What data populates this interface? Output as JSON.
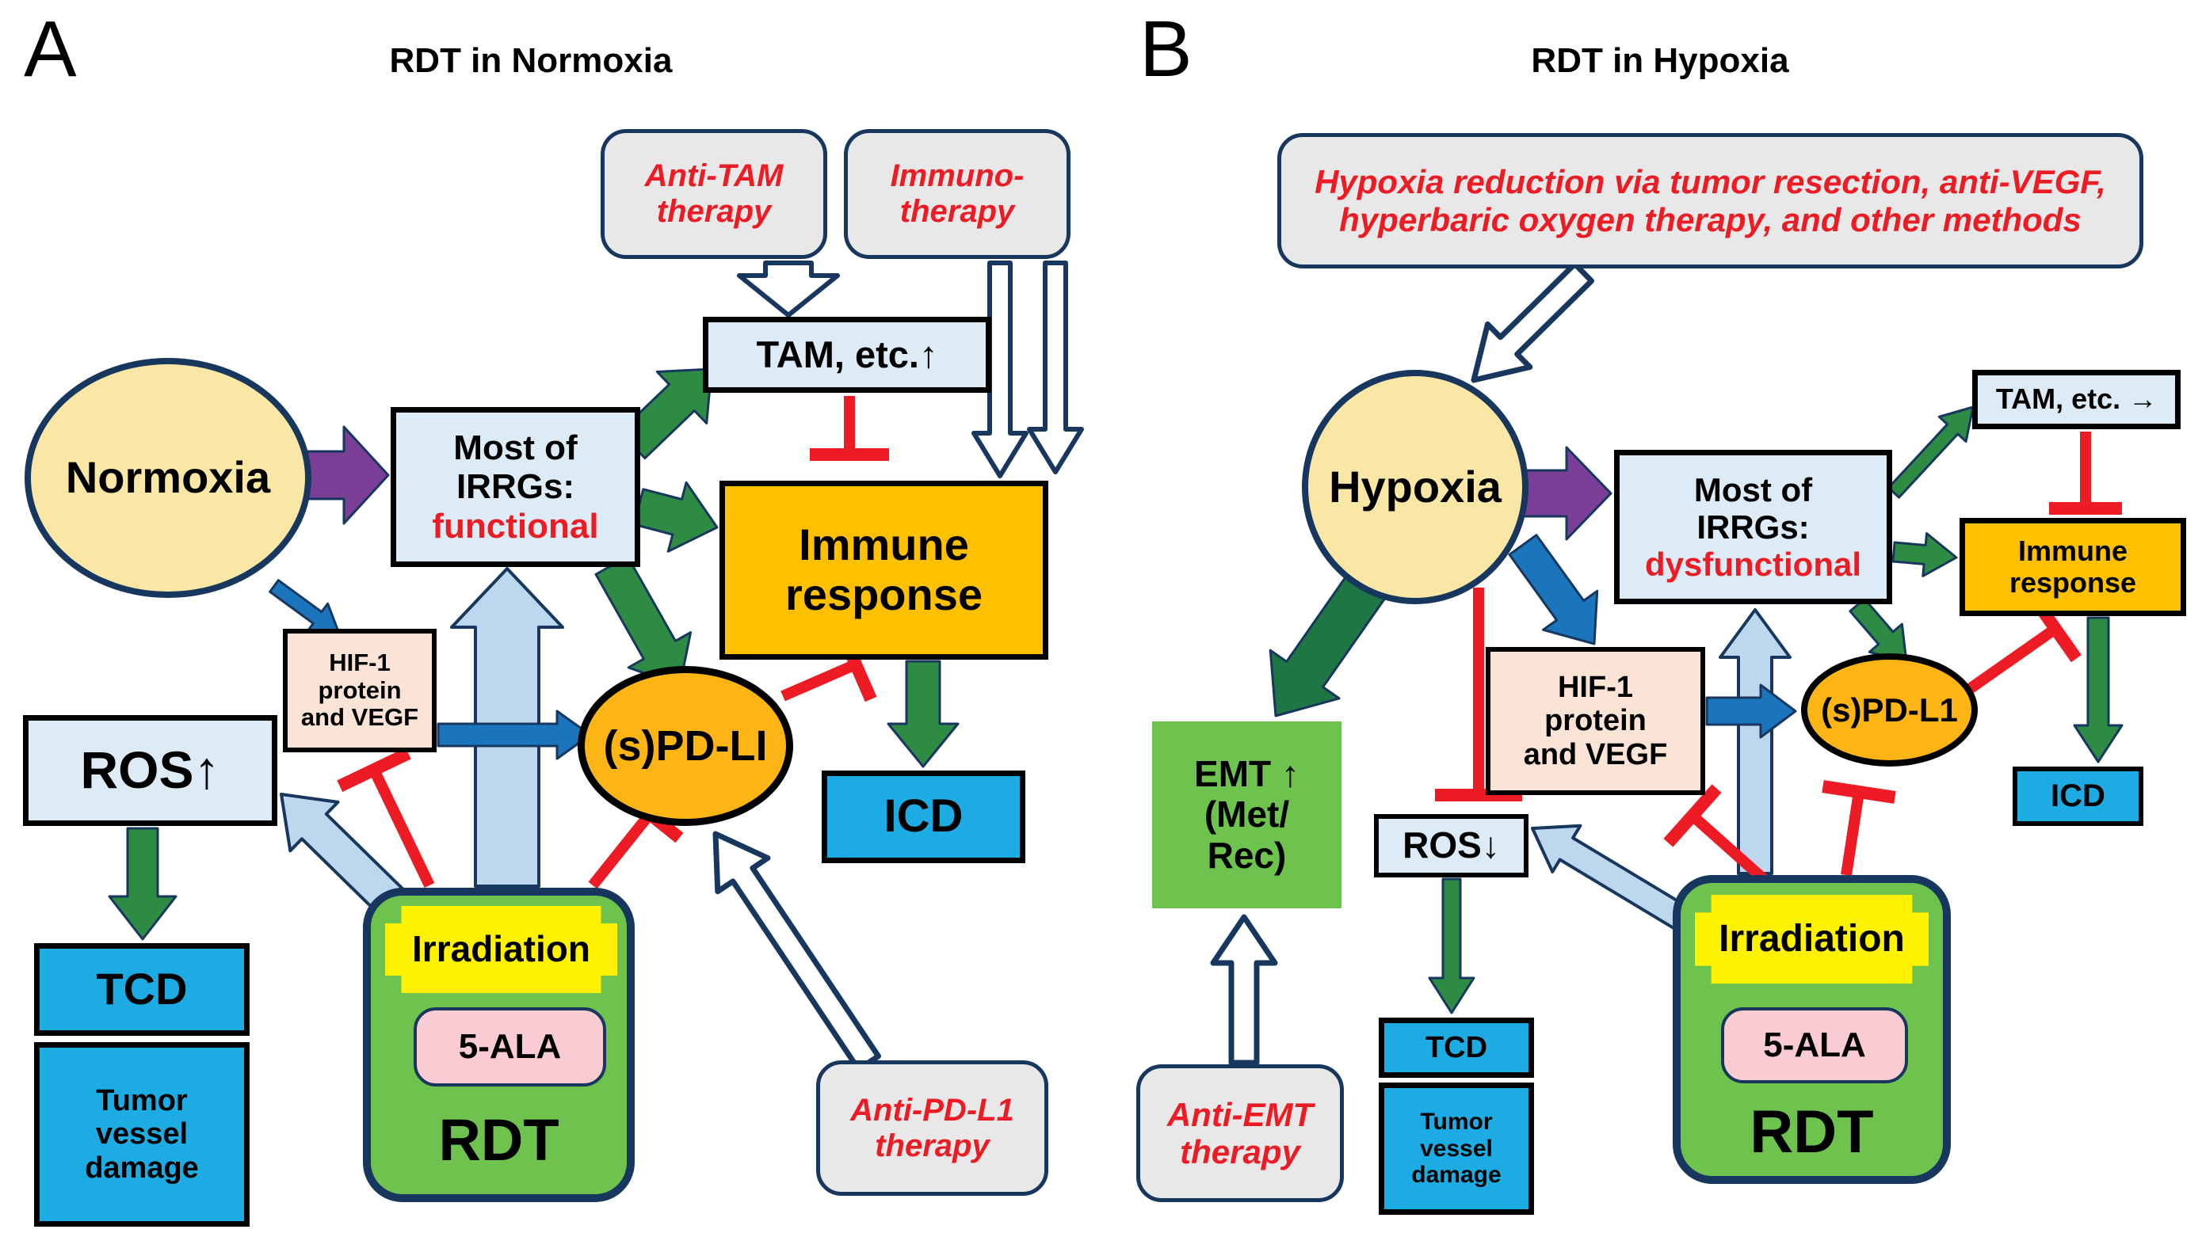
{
  "figure": {
    "panel_a_label": "A",
    "panel_b_label": "B",
    "title_a": "RDT in Normoxia",
    "title_b": "RDT in Hypoxia"
  },
  "colors": {
    "navy_border": "#17375E",
    "red_inhibit": "#ED1C24",
    "green_arrow": "#2E8B44",
    "dark_green_arrow": "#1E7643",
    "blue_arrow": "#1B75BC",
    "light_blue_arrow": "#BDD7EE",
    "purple_arrow": "#7B3F98",
    "orange_box": "#FFC000",
    "orange_ellipse": "#FDB515",
    "cyan_box": "#1CABE2",
    "light_blue_box": "#DCEBF5",
    "peach_box": "#FBE3D5",
    "green_box": "#6EC24E",
    "yellow_box": "#FFF200",
    "pink_box": "#F9CBD2",
    "cream_ellipse": "#FBE7A5",
    "gray_box": "#E8E8E8"
  },
  "a": {
    "anti_tam": "Anti-TAM\ntherapy",
    "immuno": "Immuno-\ntherapy",
    "tam": "TAM, etc.↑",
    "normoxia": "Normoxia",
    "irrgs_main": "Most of\nIRRGs:",
    "irrgs_status": "functional",
    "immune": "Immune\nresponse",
    "pdl1": "(s)PD-LI",
    "icd": "ICD",
    "hif": "HIF-1\nprotein\nand VEGF",
    "ros": "ROS↑",
    "tcd": "TCD",
    "tvd": "Tumor\nvessel\ndamage",
    "irradiation": "Irradiation",
    "ala": "5-ALA",
    "rdt": "RDT",
    "anti_pdl1": "Anti-PD-L1\ntherapy"
  },
  "b": {
    "hypoxia_reduction": "Hypoxia reduction via tumor resection, anti-VEGF,\nhyperbaric oxygen therapy, and other methods",
    "hypoxia": "Hypoxia",
    "irrgs_main": "Most of\nIRRGs:",
    "irrgs_status": "dysfunctional",
    "tam": "TAM, etc. →",
    "immune": "Immune\nresponse",
    "pdl1": "(s)PD-L1",
    "icd": "ICD",
    "emt": "EMT ↑\n(Met/\nRec)",
    "ros": "ROS↓",
    "tcd": "TCD",
    "tvd": "Tumor\nvessel\ndamage",
    "hif": "HIF-1\nprotein\nand VEGF",
    "irradiation": "Irradiation",
    "ala": "5-ALA",
    "rdt": "RDT",
    "anti_emt": "Anti-EMT\ntherapy"
  }
}
